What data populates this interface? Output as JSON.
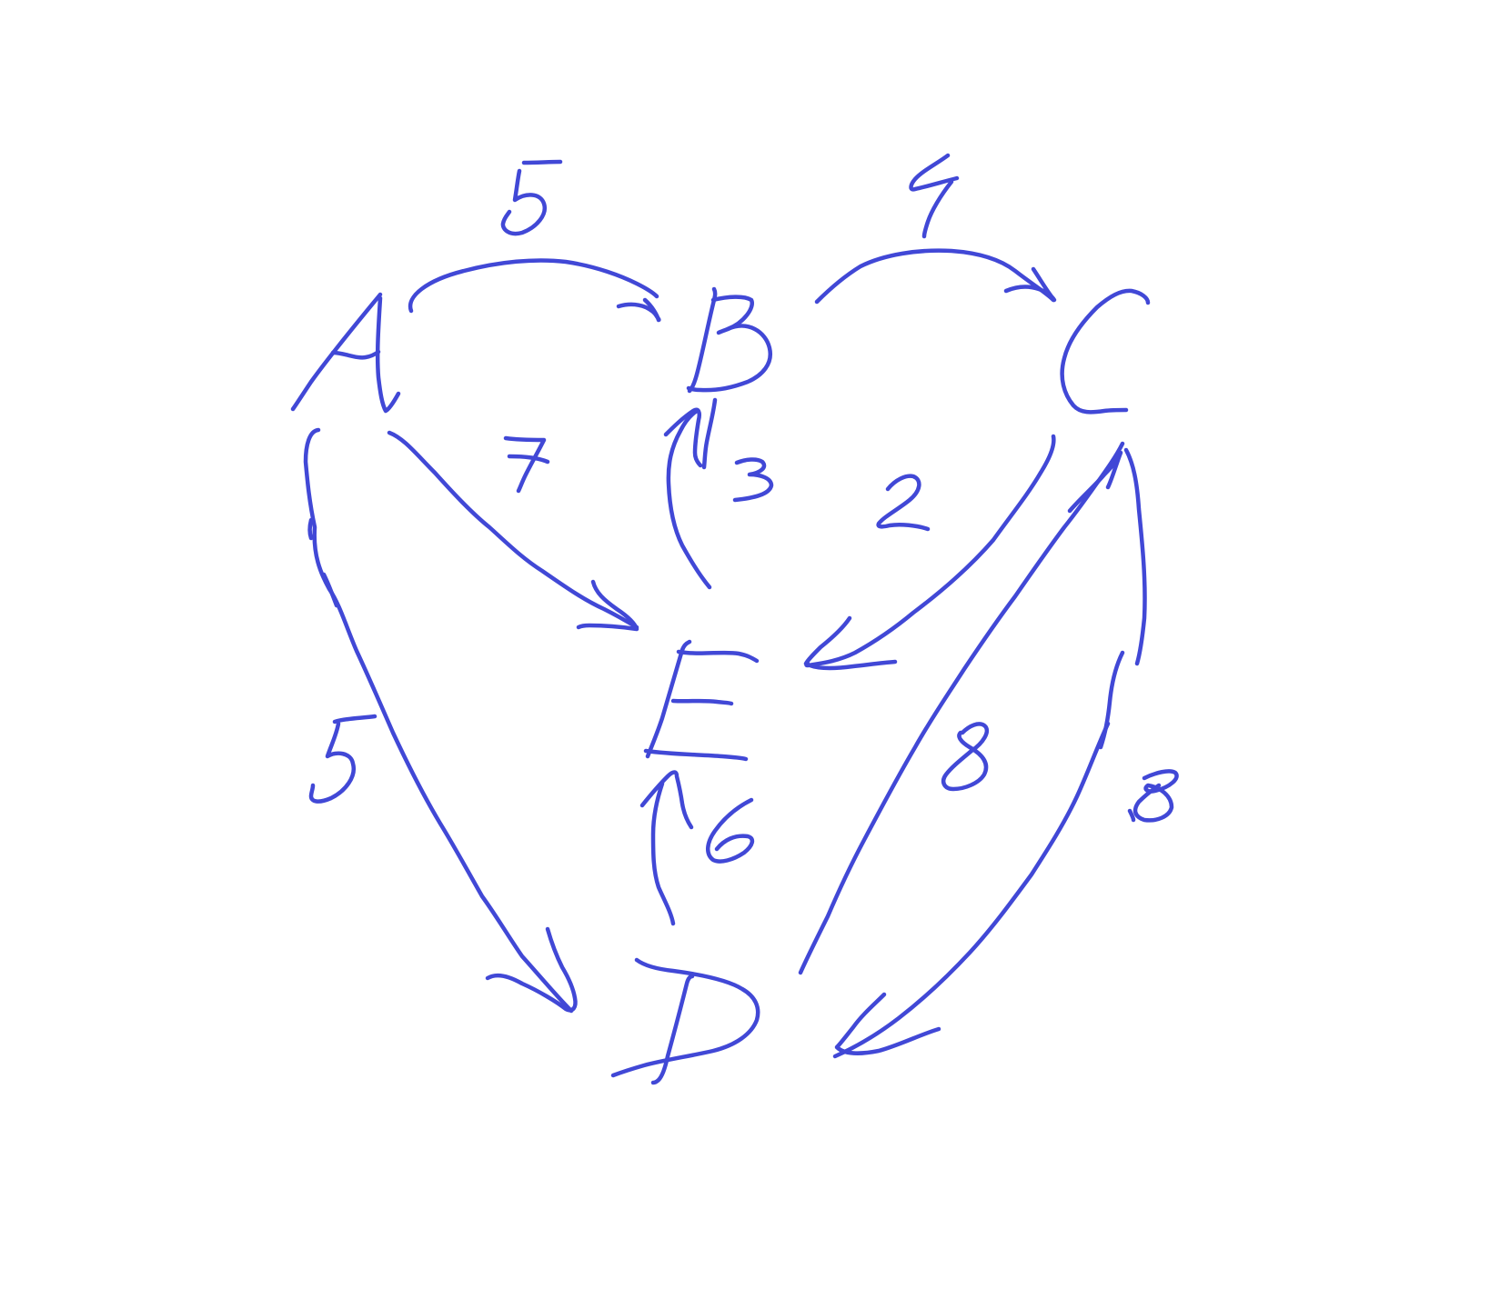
{
  "diagram": {
    "ink_color": "#4148d6",
    "background": "#ffffff",
    "nodes": [
      {
        "id": "A",
        "label": "A"
      },
      {
        "id": "B",
        "label": "B"
      },
      {
        "id": "C",
        "label": "C"
      },
      {
        "id": "D",
        "label": "D"
      },
      {
        "id": "E",
        "label": "E"
      }
    ],
    "edges": [
      {
        "id": "A-B",
        "from": "A",
        "to": "B",
        "weight": "5"
      },
      {
        "id": "B-C",
        "from": "B",
        "to": "C",
        "weight": "4"
      },
      {
        "id": "A-E",
        "from": "A",
        "to": "E",
        "weight": "7"
      },
      {
        "id": "E-B",
        "from": "E",
        "to": "B",
        "weight": "3"
      },
      {
        "id": "C-E",
        "from": "C",
        "to": "E",
        "weight": "2"
      },
      {
        "id": "A-D",
        "from": "A",
        "to": "D",
        "weight": "5"
      },
      {
        "id": "D-E",
        "from": "D",
        "to": "E",
        "weight": "6"
      },
      {
        "id": "D-C",
        "from": "D",
        "to": "C",
        "weight": "8"
      },
      {
        "id": "C-D",
        "from": "C",
        "to": "D",
        "weight": "8"
      }
    ]
  }
}
